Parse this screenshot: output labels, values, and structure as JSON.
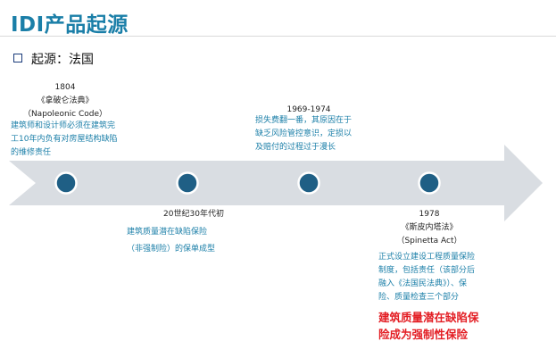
{
  "header": {
    "title": "IDI产品起源",
    "subtitle": "起源：法国"
  },
  "events": {
    "e1804": {
      "year": "1804",
      "law_cn": "《拿破仑法典》",
      "law_en": "（Napoleonic Code）",
      "desc": [
        "建筑师和设计师必须在建筑完",
        "工10年内负有对房屋结构缺陷",
        "的维修责任"
      ]
    },
    "e1930": {
      "year": "20世纪30年代初",
      "desc": [
        "建筑质量潜在缺陷保险",
        "（非强制险）的保单成型"
      ]
    },
    "e1969": {
      "year": "1969-1974",
      "desc": [
        "损失费翻一番，其原因在于",
        "缺乏风险管控意识，定损以",
        "及赔付的过程过于漫长"
      ]
    },
    "e1978": {
      "year": "1978",
      "law_cn": "《斯皮内塔法》",
      "law_en": "（Spinetta Act）",
      "desc": [
        "正式设立建设工程质量保险",
        "制度，包括责任（该部分后",
        "融入《法国民法典》）、保",
        "险、质量检查三个部分"
      ],
      "highlight": [
        "建筑质量潜在缺陷保",
        "险成为强制性保险"
      ]
    }
  },
  "colors": {
    "title": "#1b7fa8",
    "arrow": "#d9dde2",
    "dot": "#1f5f85",
    "highlight": "#e31e24"
  }
}
